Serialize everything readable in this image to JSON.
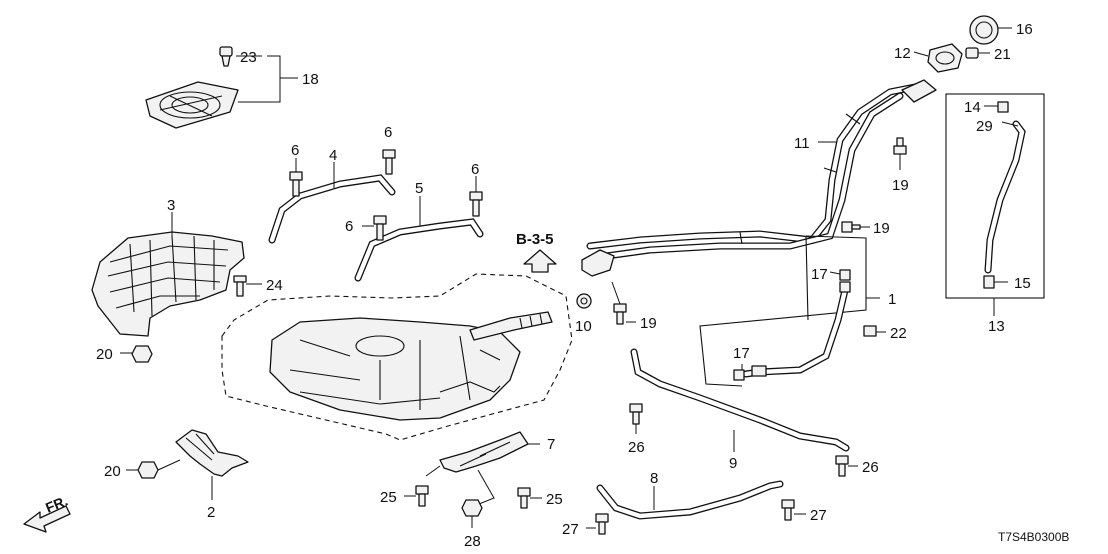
{
  "diagram": {
    "callouts": {
      "c1": "1",
      "c2": "2",
      "c3": "3",
      "c4": "4",
      "c5": "5",
      "c6a": "6",
      "c6b": "6",
      "c6c": "6",
      "c6d": "6",
      "c7": "7",
      "c8": "8",
      "c9": "9",
      "c10": "10",
      "c11": "11",
      "c12": "12",
      "c13": "13",
      "c14": "14",
      "c15": "15",
      "c16": "16",
      "c17a": "17",
      "c17b": "17",
      "c18": "18",
      "c19a": "19",
      "c19b": "19",
      "c19c": "19",
      "c20a": "20",
      "c20b": "20",
      "c21": "21",
      "c22": "22",
      "c23": "23",
      "c24": "24",
      "c25a": "25",
      "c25b": "25",
      "c26a": "26",
      "c26b": "26",
      "c27a": "27",
      "c27b": "27",
      "c28": "28",
      "c29": "29"
    },
    "section_ref": "B-3-5",
    "front_label": "FR.",
    "diagram_code": "T7S4B0300B"
  }
}
